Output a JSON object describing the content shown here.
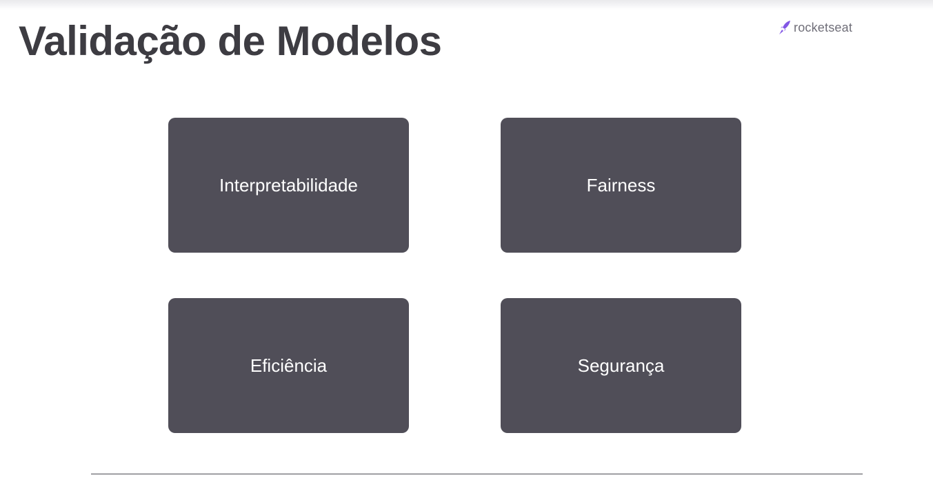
{
  "slide": {
    "title": "Validação de Modelos"
  },
  "brand": {
    "name": "rocketseat",
    "icon": "rocket-icon",
    "icon_color": "#8257e5"
  },
  "cards": [
    {
      "label": "Interpretabilidade"
    },
    {
      "label": "Fairness"
    },
    {
      "label": "Eficiência"
    },
    {
      "label": "Segurança"
    }
  ],
  "colors": {
    "title": "#3d3c42",
    "card_background": "#504e58",
    "card_text": "#ffffff",
    "divider": "#4a4950"
  }
}
